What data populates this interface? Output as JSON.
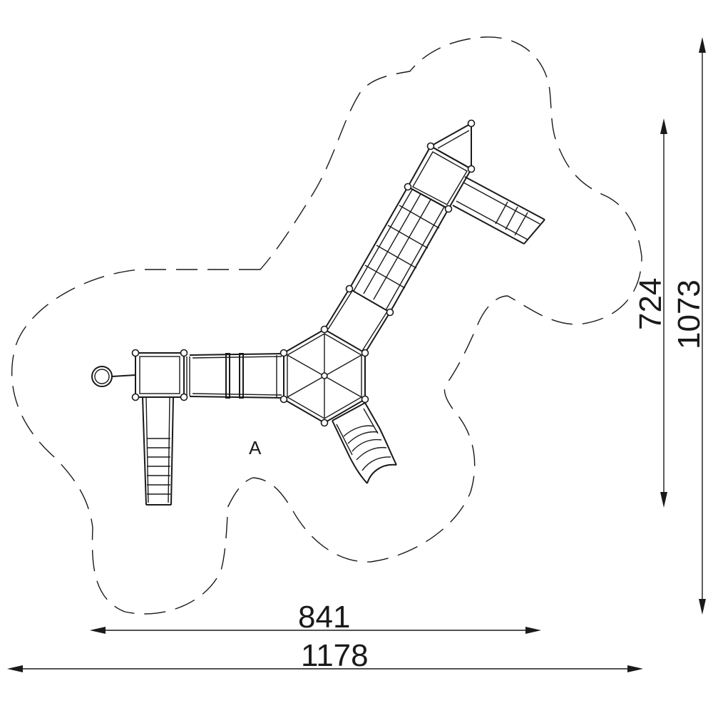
{
  "dimensions": {
    "width_inner": "841",
    "width_outer": "1178",
    "height_inner": "724",
    "height_outer": "1073"
  },
  "zone_label": "A"
}
